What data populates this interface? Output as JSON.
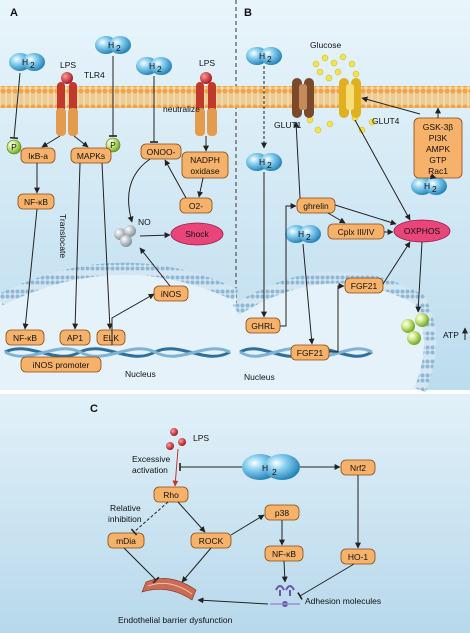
{
  "panels": {
    "a": "A",
    "b": "B",
    "c": "C"
  },
  "a": {
    "h2": "H",
    "h2_sub": "2",
    "lps": "LPS",
    "tlr4": "TLR4",
    "neutralize": "neutralize",
    "p": "P",
    "ikba": "IκB-a",
    "mapks": "MAPKs",
    "onoo": "ONOO-",
    "nadph": "NADPH\noxidase",
    "nfkb": "NF-κB",
    "translocate": "Translocate",
    "no": "NO",
    "o2": "O2-",
    "shock": "Shock",
    "inos": "iNOS",
    "nfkb_nuc": "NF-κB",
    "ap1": "AP1",
    "elk": "ELK",
    "inos_promoter": "iNOS promoter",
    "nucleus": "Nucleus"
  },
  "b": {
    "h2": "H",
    "h2_sub": "2",
    "glucose": "Glucose",
    "glut1": "GLUT1",
    "glut4": "GLUT4",
    "kinases": "GSK-3β\nPI3K\nAMPK\nGTP\nRac1",
    "ghrelin": "ghrelin",
    "cplx": "Cplx III/IV",
    "oxphos": "OXPHOS",
    "fgf21": "FGF21",
    "ghrl": "GHRL",
    "fgf21_nuc": "FGF21",
    "atp": "ATP",
    "nucleus": "Nucleus"
  },
  "c": {
    "h2": "H",
    "h2_sub": "2",
    "lps": "LPS",
    "excessive": "Excessive\nactivation",
    "rho": "Rho",
    "relative": "Relative\ninhibition",
    "mdia": "mDia",
    "rock": "ROCK",
    "p38": "p38",
    "nfkb": "NF-κB",
    "nrf2": "Nrf2",
    "ho1": "HO-1",
    "adhesion": "Adhesion molecules",
    "barrier": "Endothelial barrier dysfunction"
  },
  "colors": {
    "membrane": "#f2c98a",
    "box": "#f6b26b",
    "h2": "#3fa0cf",
    "shock": "#e8457a",
    "oxphos": "#e8457a",
    "bg_top": "#d7ecf6",
    "bg_c": "#c9e3f1"
  }
}
